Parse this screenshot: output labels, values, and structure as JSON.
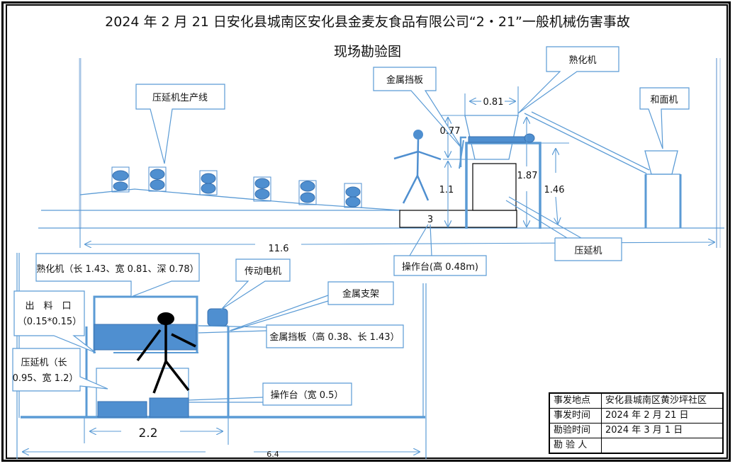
{
  "title": {
    "line1": "2024 年 2 月 21 日安化县城南区安化县金麦友食品有限公司“2・21”一般机械伤害事故",
    "line2": "现场勘验图"
  },
  "colors": {
    "line_blue": "#5b9bd5",
    "fill_blue": "#4f8fd0",
    "border_black": "#000000"
  },
  "side_view": {
    "callouts": {
      "production_line": "压延机生产线",
      "metal_baffle": "金属挡板",
      "aging_machine": "熟化机",
      "dough_mixer": "和面机",
      "rolling_machine": "压延机",
      "platform": "操作台(高 0.48m)"
    },
    "dimensions": {
      "aging_width": "0.81",
      "hopper_height": "0.77",
      "height_1_1": "1.1",
      "height_1_87": "1.87",
      "height_1_46": "1.46",
      "platform_length": "3",
      "total_length": "11.6"
    }
  },
  "top_view": {
    "callouts": {
      "aging_machine": "熟化机（长 1.43、宽 0.81、深 0.78）",
      "outlet_line1": "出　料　口",
      "outlet_line2": "（0.15*0.15）",
      "rolling_line1": "压延机（长",
      "rolling_line2": "0.95、宽 1.2）",
      "drive_motor": "传动电机",
      "metal_bracket": "金属支架",
      "metal_baffle": "金属挡板（高 0.38、长 1.43）",
      "platform": "操作台（宽 0.5）"
    },
    "dimensions": {
      "inner_width": "2.2",
      "total_width": "6.4"
    }
  },
  "info_table": {
    "rows": [
      {
        "label": "事发地点",
        "value": "安化县城南区黄沙坪社区"
      },
      {
        "label": "事发时间",
        "value": "2024 年 2 月 21 日"
      },
      {
        "label": "勘验时间",
        "value": "2024 年 3 月 1 日"
      },
      {
        "label": "勘 验 人",
        "value": ""
      }
    ]
  }
}
